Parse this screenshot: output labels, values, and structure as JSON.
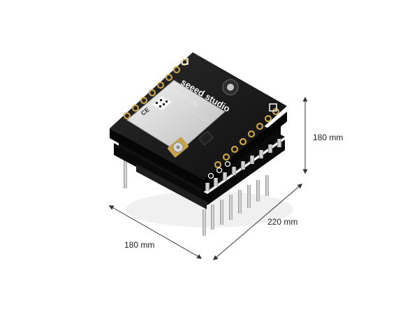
{
  "dimensions": {
    "height_label": "180 mm",
    "depth_label": "220 mm",
    "width_label": "180 mm"
  },
  "board": {
    "brand_text": "seeed studio",
    "module_text": "Wio-SX1262",
    "fcc_text": "FCC ID:Z4T-WIO-SX1262",
    "ce_mark": "CE"
  },
  "colors": {
    "pcb": "#121212",
    "shield": "#d9d9d9",
    "gold": "#c8a24a",
    "arrow": "#333333"
  }
}
